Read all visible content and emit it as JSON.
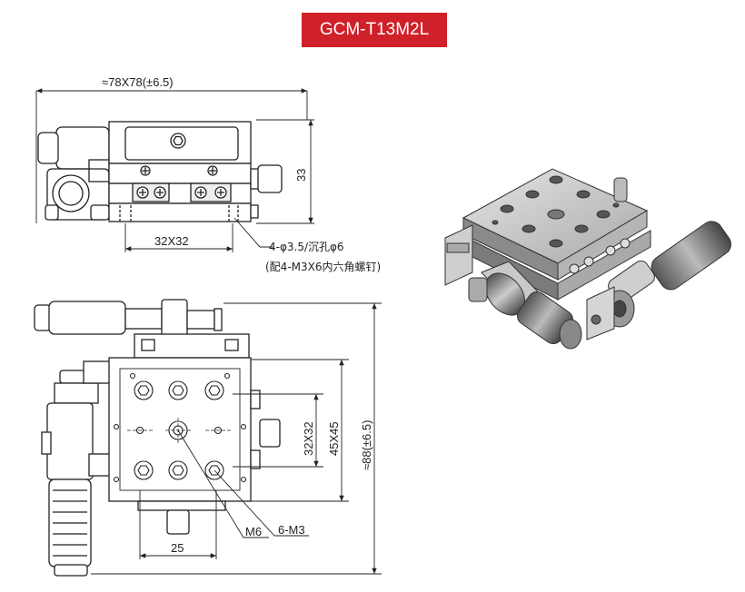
{
  "title": "GCM-T13M2L",
  "colors": {
    "accent": "#d0202a",
    "line": "#222222",
    "metal": "#9a9a9a",
    "dark": "#3a3a3a"
  },
  "dimensions": {
    "overall_width": "≈78X78(±6.5)",
    "height": "33",
    "hole_pitch": "32X32",
    "counterbore_note": "4-φ3.5/沉孔φ6",
    "screw_note": "(配4-M3X6内六角螺钉)",
    "inner_square": "32X32",
    "outer_square": "45X45",
    "overall_length": "≈88(±6.5)",
    "center_thread": "M6",
    "corner_threads": "6-M3",
    "bottom_offset": "25"
  }
}
